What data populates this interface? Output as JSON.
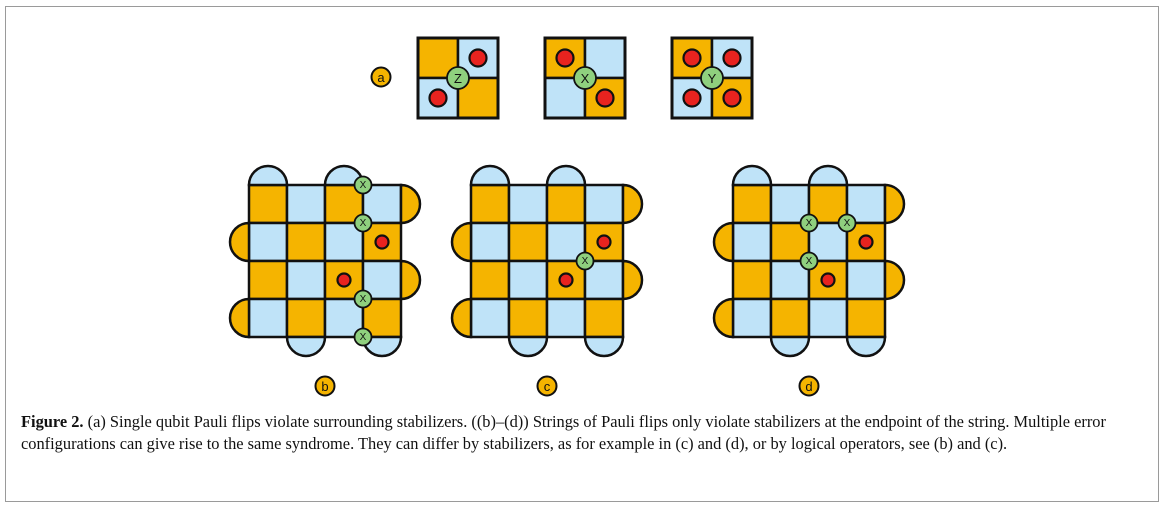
{
  "figure": {
    "panel_labels": {
      "a": "a",
      "b": "b",
      "c": "c",
      "d": "d"
    },
    "pauli_labels": {
      "z": "Z",
      "x": "X",
      "y": "Y"
    },
    "colors": {
      "orange": "#f5b400",
      "blue": "#bfe3f8",
      "red": "#e8231f",
      "green": "#8fd07e",
      "stroke": "#111111"
    }
  },
  "caption": {
    "label": "Figure 2.",
    "text": " (a) Single qubit Pauli flips violate surrounding stabilizers. ((b)–(d)) Strings of Pauli flips only violate stabilizers at the endpoint of the string. Multiple error configurations can give rise to the same syndrome. They can differ by stabilizers, as for example in (c) and (d), or by logical operators, see (b) and (c)."
  }
}
